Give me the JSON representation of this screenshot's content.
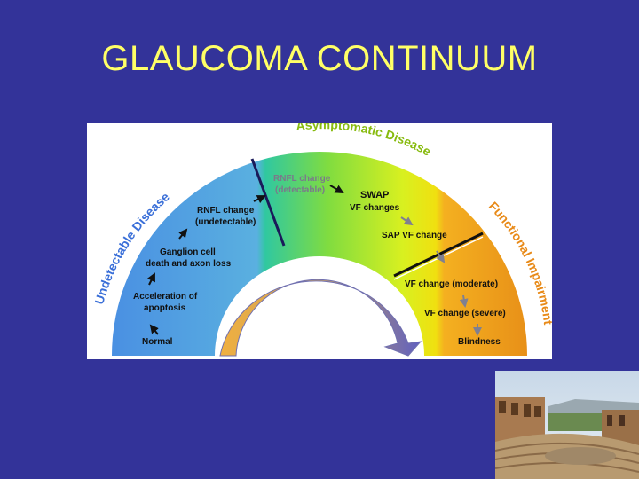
{
  "slide": {
    "title": "GLAUCOMA CONTINUUM",
    "background_color": "#333399",
    "title_color": "#ffff66"
  },
  "diagram": {
    "zones": [
      {
        "name": "Undetectable Disease",
        "color": "#4a8fe0"
      },
      {
        "name": "Asymptomatic Disease",
        "color": "#b8e830"
      },
      {
        "name": "Functional Impairment",
        "color": "#f0a020"
      }
    ],
    "stages": [
      {
        "label": "Normal",
        "lines": [
          "Normal"
        ]
      },
      {
        "label": "Acceleration of apoptosis",
        "lines": [
          "Acceleration of",
          "apoptosis"
        ]
      },
      {
        "label": "Ganglion cell death and axon loss",
        "lines": [
          "Ganglion cell",
          "death and axon loss"
        ]
      },
      {
        "label": "RNFL change (undetectable)",
        "lines": [
          "RNFL change",
          "(undetectable)"
        ]
      },
      {
        "label": "RNFL change (detectable)",
        "lines": [
          "RNFL change",
          "(detectable)"
        ]
      },
      {
        "label": "SWAP VF changes",
        "lines": [
          "SWAP",
          "VF changes"
        ]
      },
      {
        "label": "SAP VF change",
        "lines": [
          "SAP VF change"
        ]
      },
      {
        "label": "VF change (moderate)",
        "lines": [
          "VF change (moderate)"
        ]
      },
      {
        "label": "VF change (severe)",
        "lines": [
          "VF change (severe)"
        ]
      },
      {
        "label": "Blindness",
        "lines": [
          "Blindness"
        ]
      }
    ]
  },
  "photo": {
    "subject": "ancient-theatre-photo"
  }
}
